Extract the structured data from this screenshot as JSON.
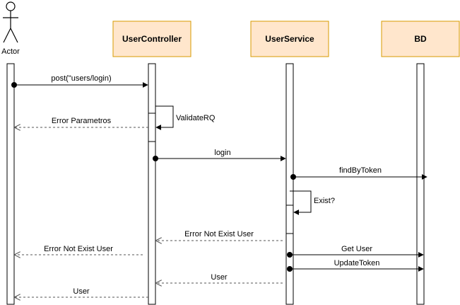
{
  "actor": {
    "label": "Actor"
  },
  "participants": [
    {
      "label": "UserController"
    },
    {
      "label": "UserService"
    },
    {
      "label": "BD"
    }
  ],
  "messages": [
    {
      "label": "post(\"users/login)"
    },
    {
      "label": "ValidateRQ"
    },
    {
      "label": "Error Parametros"
    },
    {
      "label": "login"
    },
    {
      "label": "findByToken"
    },
    {
      "label": "Exist?"
    },
    {
      "label": "Error Not Exist User"
    },
    {
      "label": "Error Not Exist User"
    },
    {
      "label": "Get User"
    },
    {
      "label": "UpdateToken"
    },
    {
      "label": "User"
    },
    {
      "label": "User"
    }
  ],
  "colors": {
    "participant_fill": "#ffe6cc",
    "participant_stroke": "#d79b00",
    "line": "#000000",
    "return_line": "#555555"
  }
}
